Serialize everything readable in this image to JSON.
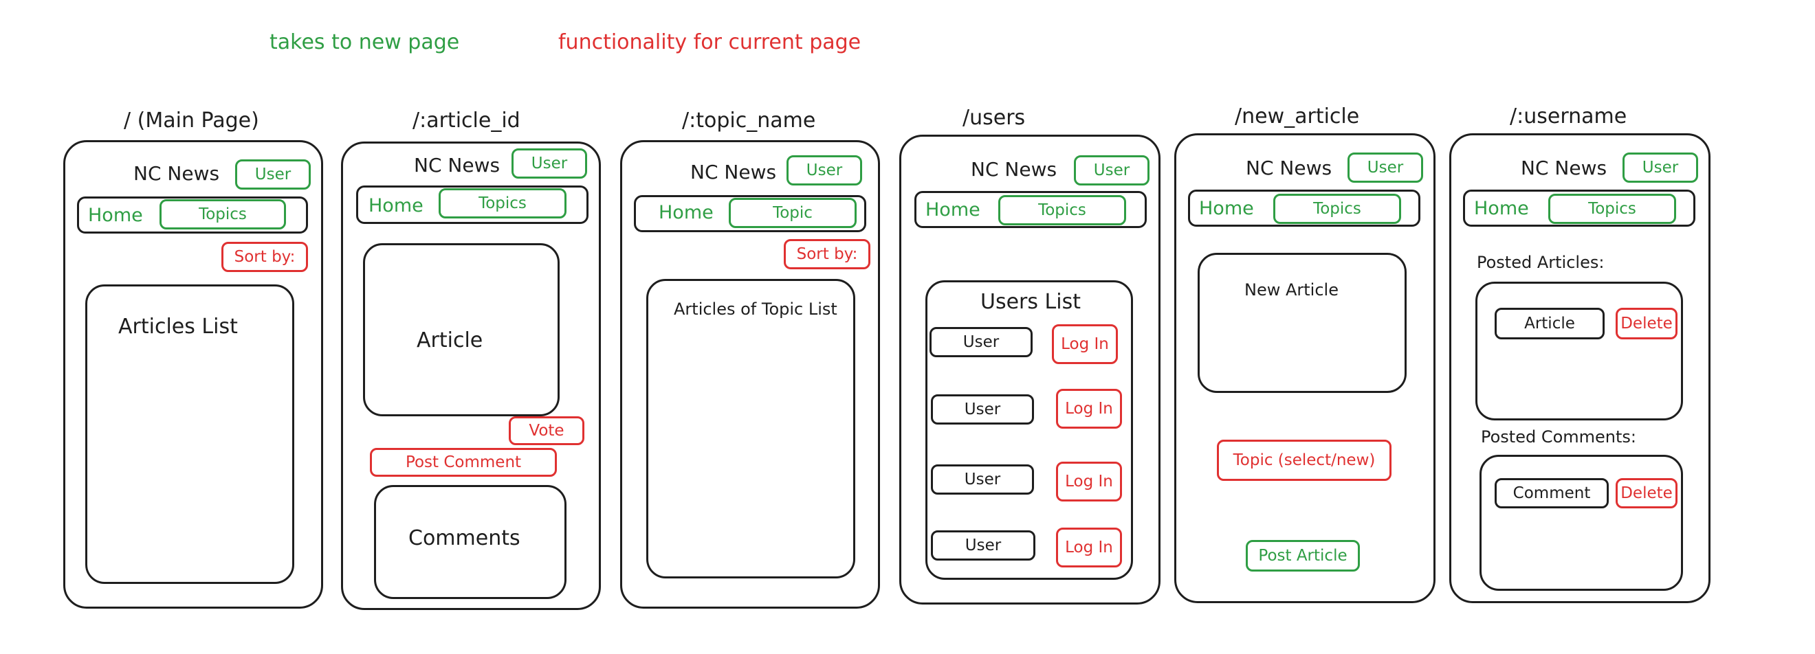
{
  "legend": {
    "green_text": "takes to new page",
    "red_text": "functionality for current page"
  },
  "common": {
    "brand": "NC News",
    "user_button": "User",
    "home_link": "Home",
    "topics_button": "Topics",
    "topic_button": "Topic",
    "sort_button": "Sort by:"
  },
  "main_page": {
    "route": "/ (Main Page)",
    "list_label": "Articles List"
  },
  "article_page": {
    "route": "/:article_id",
    "article_label": "Article",
    "vote_button": "Vote",
    "post_comment_button": "Post Comment",
    "comments_label": "Comments"
  },
  "topic_page": {
    "route": "/:topic_name",
    "list_label": "Articles of Topic List"
  },
  "users_page": {
    "route": "/users",
    "list_title": "Users List",
    "user_label": "User",
    "login_button": "Log In"
  },
  "new_article_page": {
    "route": "/new_article",
    "box_label": "New Article",
    "topic_button": "Topic (select/new)",
    "post_button": "Post Article"
  },
  "username_page": {
    "route": "/:username",
    "posted_articles_label": "Posted Articles:",
    "article_label": "Article",
    "delete_button": "Delete",
    "posted_comments_label": "Posted Comments:",
    "comment_label": "Comment"
  },
  "colors": {
    "green": "#2f9e44",
    "red": "#e03131",
    "stroke": "#1e1e1e"
  }
}
